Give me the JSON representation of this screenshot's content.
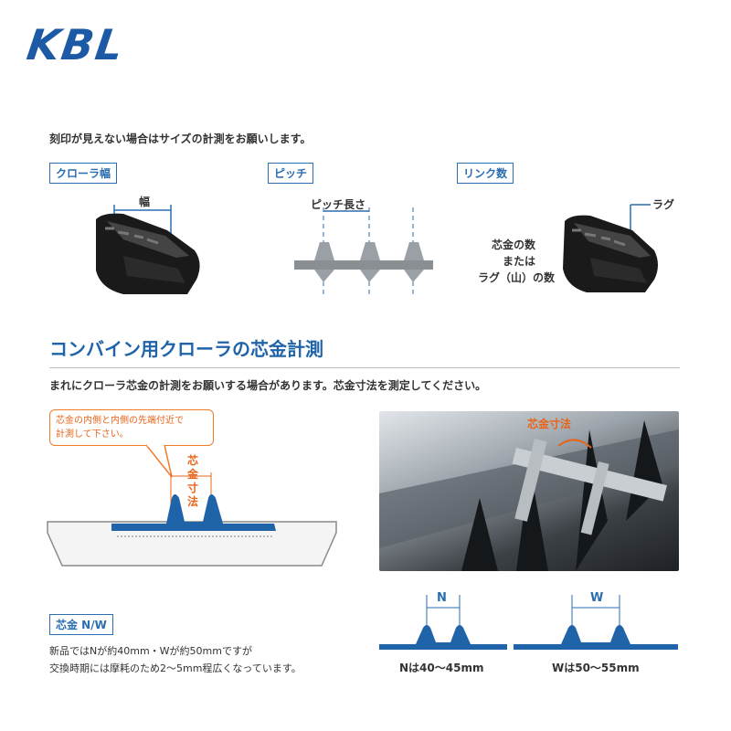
{
  "brand": {
    "logo_text": "KBL",
    "color": "#1c5aa6"
  },
  "intro_text": "刻印が見えない場合はサイズの計測をお願いします。",
  "measure_types": [
    {
      "tag": "クローラ幅",
      "labels": [
        "幅"
      ]
    },
    {
      "tag": "ピッチ",
      "labels": [
        "ピッチ長さ"
      ]
    },
    {
      "tag": "リンク数",
      "labels": [
        "ラグ",
        "芯金の数",
        "または",
        "ラグ（山）の数"
      ]
    }
  ],
  "section": {
    "title": "コンバイン用クローラの芯金計測",
    "description": "まれにクローラ芯金の計測をお願いする場合があります。芯金寸法を測定してください。"
  },
  "callout_lines": [
    "芯金の内側と内側の先端付近で",
    "計測して下さい。"
  ],
  "core_dimension_vertical": [
    "芯",
    "金",
    "寸",
    "法"
  ],
  "photo_label": "芯金寸法",
  "nw": {
    "tag": "芯金 N/W",
    "lines": [
      "新品ではNが約40mm・Wが約50mmですが",
      "交換時期には摩耗のため2〜5mm程広くなっています。"
    ],
    "n_letter": "N",
    "w_letter": "W",
    "n_caption": "Nは40〜45mm",
    "w_caption": "Wは50〜55mm"
  },
  "colors": {
    "accent_blue": "#2a6db0",
    "accent_orange": "#e8641b",
    "core_blue": "#1f63a8"
  }
}
